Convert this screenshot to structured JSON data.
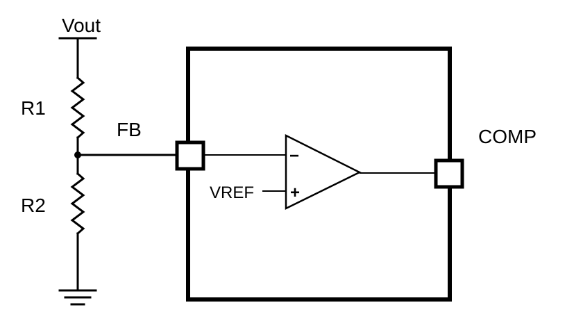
{
  "labels": {
    "vout": "Vout",
    "r1": "R1",
    "r2": "R2",
    "fb": "FB",
    "comp": "COMP",
    "vref": "VREF",
    "minus": "−",
    "plus": "+"
  },
  "colors": {
    "stroke": "#000000",
    "background": "#ffffff"
  }
}
